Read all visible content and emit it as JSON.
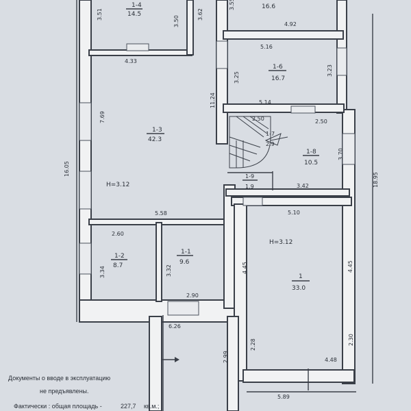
{
  "rooms": {
    "r14": {
      "id": "1-4",
      "area": "14.5"
    },
    "r13": {
      "id": "1-3",
      "area": "42.3"
    },
    "r12": {
      "id": "1-2",
      "area": "8.7"
    },
    "r11": {
      "id": "1-1",
      "area": "9.6"
    },
    "r1": {
      "id": "1",
      "area": "33.0"
    },
    "r16": {
      "id": "1-6",
      "area": "16.7"
    },
    "r17": {
      "id": "1-7",
      "area": "2.9"
    },
    "r18": {
      "id": "1-8",
      "area": "10.5"
    },
    "r19": {
      "id": "1-9",
      "area": "1.9"
    },
    "r_top_right_area": "16.6"
  },
  "heights": {
    "h_left": "H=3.12",
    "h_right": "H=3.12"
  },
  "dims": {
    "d351": "3.51",
    "d350": "3.50",
    "d362": "3.62",
    "d433": "4.33",
    "d769": "7.69",
    "d1605": "16.05",
    "d558": "5.58",
    "d260": "2.60",
    "d334": "3.34",
    "d332": "3.32",
    "d290": "2.90",
    "d626": "6.26",
    "d299": "2.99",
    "d1124": "11.24",
    "d516": "5.16",
    "d325": "3.25",
    "d323": "3.23",
    "d514": "5.14",
    "d250a": "2.50",
    "d250b": "2.50",
    "d370": "3.70",
    "d342": "3.42",
    "d510": "5.10",
    "d445a": "4.45",
    "d445b": "4.45",
    "d228": "2.28",
    "d230": "2.30",
    "d448": "4.48",
    "d1895": "18.95",
    "d589": "5.89",
    "d492": "4.92",
    "d355": "3.55"
  },
  "notes": {
    "line1": "Документы о вводе в эксплуатацию",
    "line2": "не предъявлены.",
    "line3_label": "Фактически : общая площадь -",
    "line3_value": "227,7",
    "line3_unit": "кв.м.;"
  }
}
